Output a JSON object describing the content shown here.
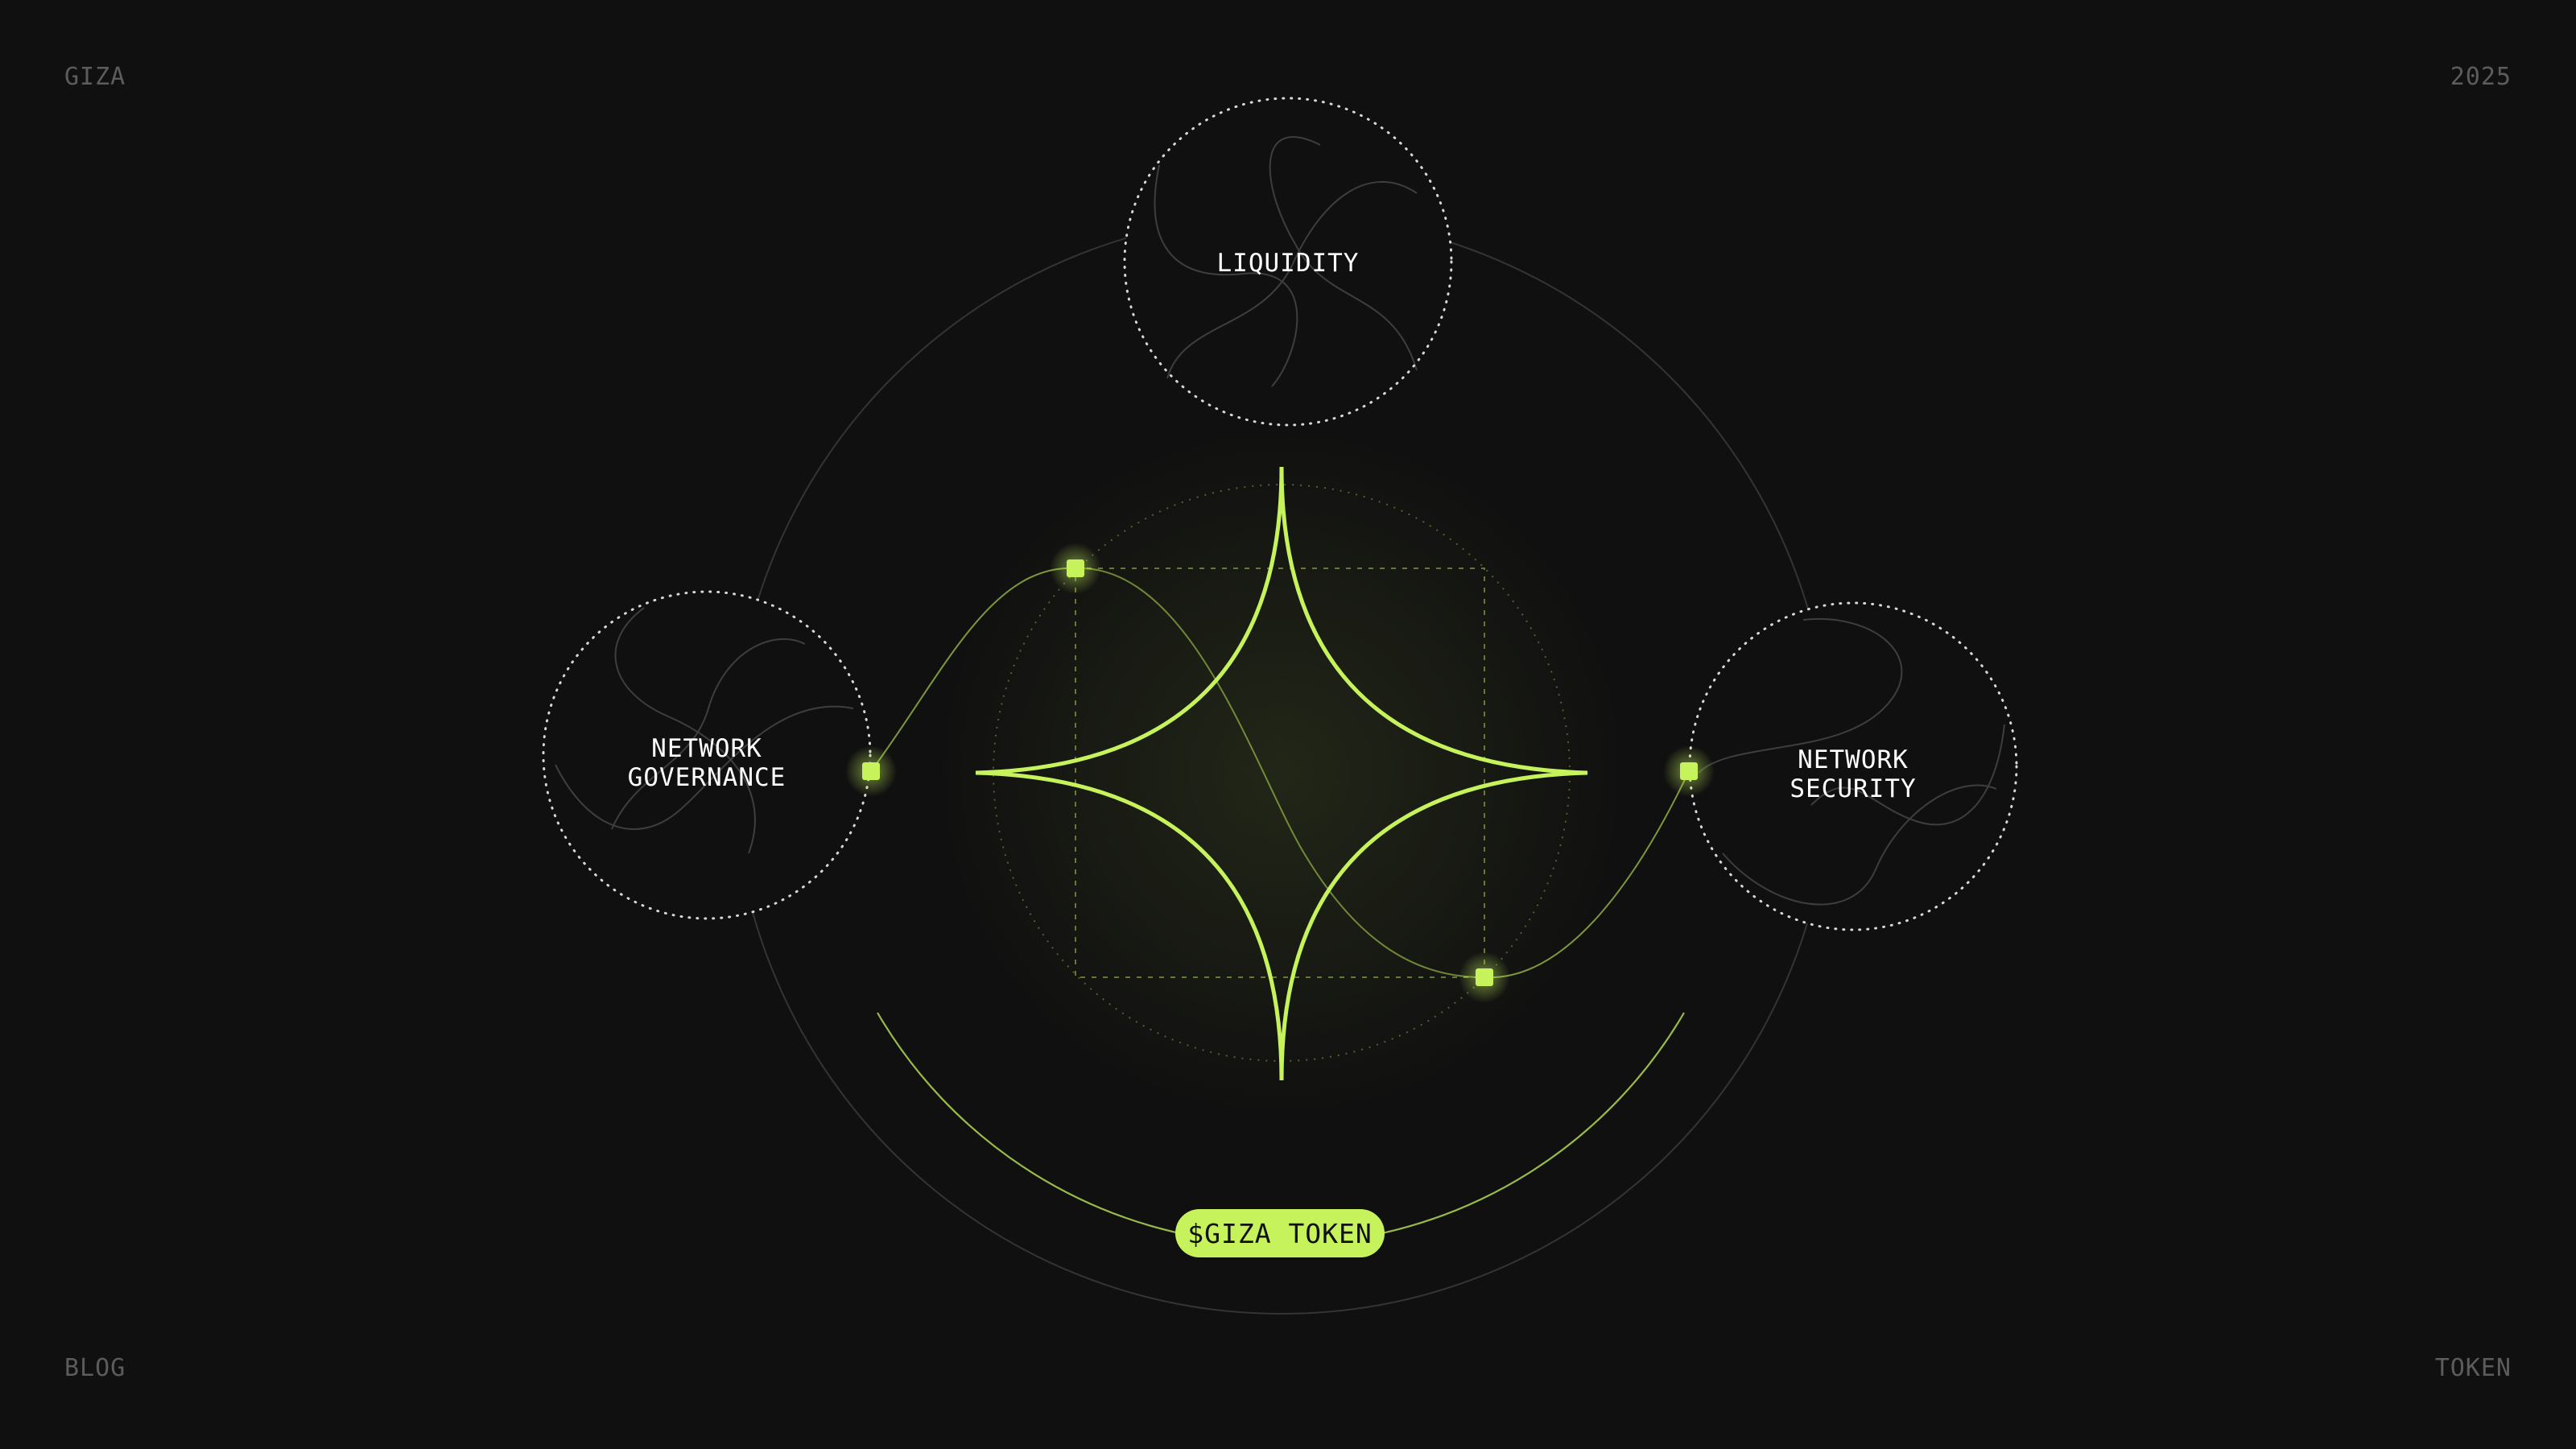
{
  "corners": {
    "top_left": "GIZA",
    "top_right": "2025",
    "bottom_left": "BLOG",
    "bottom_right": "TOKEN"
  },
  "nodes": {
    "liquidity": {
      "label": "LIQUIDITY"
    },
    "governance": {
      "line1": "NETWORK",
      "line2": "GOVERNANCE"
    },
    "security": {
      "line1": "NETWORK",
      "line2": "SECURITY"
    }
  },
  "center_badge": {
    "label": "$GIZA TOKEN"
  },
  "colors": {
    "background": "#101010",
    "accent": "#c6f35c",
    "muted_text": "#5c5c5c",
    "label_text": "#ffffff",
    "thin_line": "#3a3a3a"
  }
}
